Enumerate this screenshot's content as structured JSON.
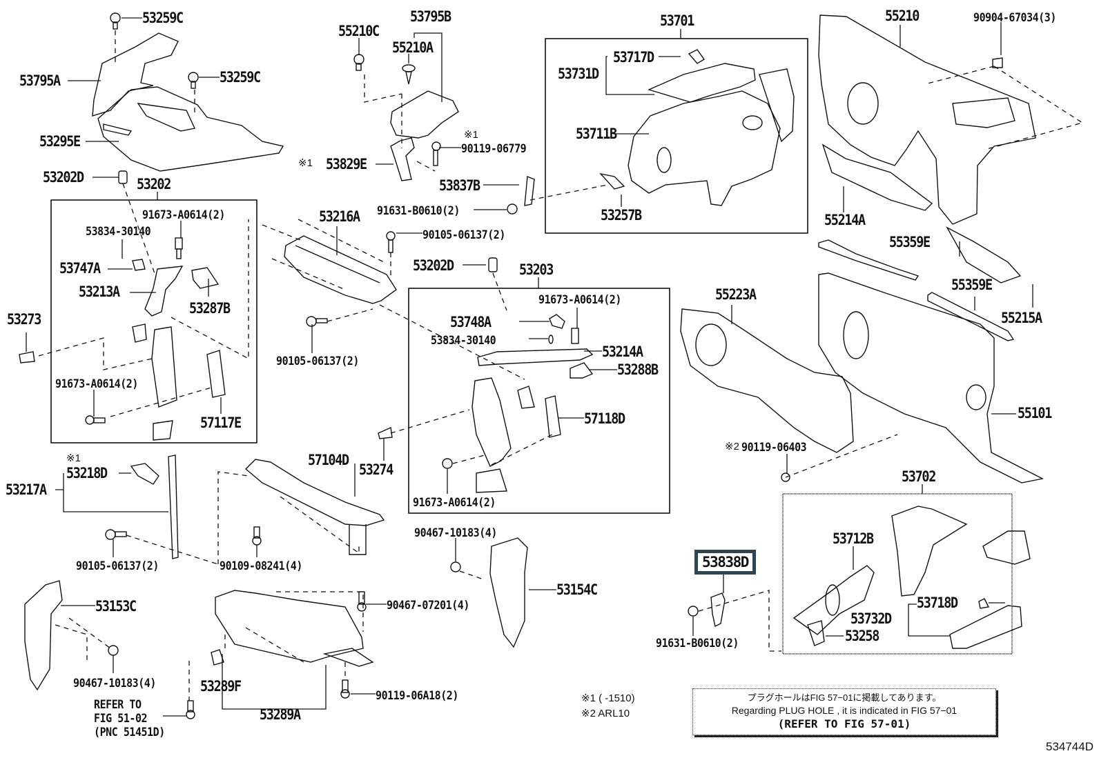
{
  "diagram": {
    "type": "exploded-parts-diagram",
    "figure_id": "534744D",
    "groups": {
      "g53202": "53202",
      "g53203": "53203",
      "g53701": "53701",
      "g53702": "53702"
    },
    "labels": {
      "p53259C_a": "53259C",
      "p53259C_b": "53259C",
      "p53795A": "53795A",
      "p53295E": "53295E",
      "p53202D_a": "53202D",
      "p53202": "53202",
      "p55210C": "55210C",
      "p53795B": "53795B",
      "p55210A": "55210A",
      "p90119_06779_mark": "※1",
      "p90119_06779": "90119-06779",
      "p53829E_mark": "※1",
      "p53829E": "53829E",
      "p53837B": "53837B",
      "p91631_B0610_a": "91631-B0610(2)",
      "p53701": "53701",
      "p53717D": "53717D",
      "p53731D": "53731D",
      "p53711B": "53711B",
      "p53257B": "53257B",
      "p55210": "55210",
      "p90904_67034": "90904-67034(3)",
      "p55214A": "55214A",
      "p91673_A0614_a": "91673-A0614(2)",
      "p53834_30140_a": "53834-30140",
      "p53747A": "53747A",
      "p53213A": "53213A",
      "p53287B": "53287B",
      "p53273": "53273",
      "p91673_A0614_b": "91673-A0614(2)",
      "p57117E": "57117E",
      "p53216A": "53216A",
      "p90105_06137_a": "90105-06137(2)",
      "p90105_06137_b": "90105-06137(2)",
      "p53202D_b": "53202D",
      "p53203": "53203",
      "p91673_A0614_c": "91673-A0614(2)",
      "p53748A": "53748A",
      "p53834_30140_b": "53834-30140",
      "p53214A": "53214A",
      "p53288B": "53288B",
      "p57118D": "57118D",
      "p53274": "53274",
      "p91673_A0614_d": "91673-A0614(2)",
      "p55359E_a": "55359E",
      "p55359E_b": "55359E",
      "p55215A": "55215A",
      "p55223A": "55223A",
      "p55101": "55101",
      "p90119_06403_mark": "※2",
      "p90119_06403": "90119-06403",
      "p53218D_mark": "※1",
      "p53218D": "53218D",
      "p53217A": "53217A",
      "p57104D": "57104D",
      "p90105_06137_c": "90105-06137(2)",
      "p90109_08241": "90109-08241(4)",
      "p90467_10183_a": "90467-10183(4)",
      "p53154C": "53154C",
      "p90467_07201": "90467-07201(4)",
      "p53153C": "53153C",
      "p90467_10183_b": "90467-10183(4)",
      "p53289F": "53289F",
      "p53289A": "53289A",
      "p90119_06A18": "90119-06A18(2)",
      "p53702": "53702",
      "p53712B": "53712B",
      "p53838D": "53838D",
      "p91631_B0610_b": "91631-B0610(2)",
      "p53718D": "53718D",
      "p53732D": "53732D",
      "p53258": "53258"
    },
    "highlighted_part": "53838D",
    "refer_note": {
      "line1": "REFER TO",
      "line2": "FIG 51-02",
      "line3": "(PNC 51451D)"
    },
    "footnotes": {
      "n1": "※1 (      -1510)",
      "n2": "※2 ARL10"
    },
    "info_box": {
      "japanese": "プラグホールはFIG 57−01に掲載してあります。",
      "english": "Regarding  PLUG  HOLE , it is indicated in FIG  57−01",
      "reference": "(REFER TO FIG 57-01)"
    }
  }
}
